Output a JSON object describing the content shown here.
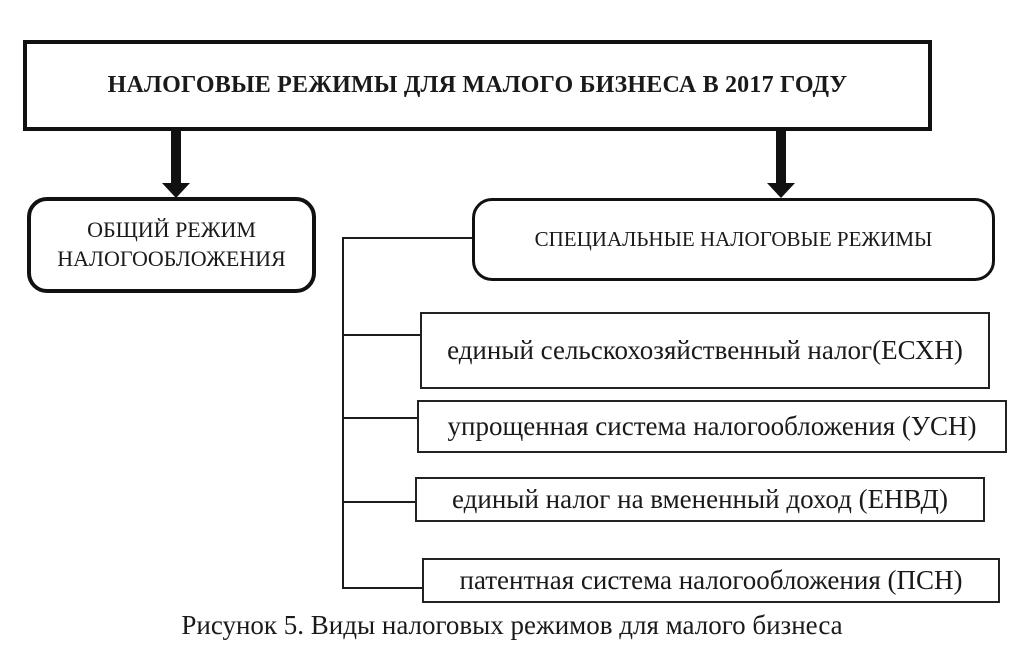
{
  "figure": {
    "root": {
      "label": "НАЛОГОВЫЕ РЕЖИМЫ ДЛЯ МАЛОГО БИЗНЕСА В 2017 ГОДУ"
    },
    "branches": {
      "general": {
        "label": "ОБЩИЙ РЕЖИМ НАЛОГООБЛОЖЕНИЯ"
      },
      "special": {
        "label": "СПЕЦИАЛЬНЫЕ НАЛОГОВЫЕ РЕЖИМЫ"
      }
    },
    "special_regimes": [
      "единый сельскохозяйственный налог(ЕСХН)",
      "упрощенная система налогообложения (УСН)",
      "единый налог на вмененный доход (ЕНВД)",
      "патентная система налогообложения (ПСН)"
    ],
    "caption": "Рисунок 5. Виды налоговых режимов для малого бизнеса"
  },
  "colors": {
    "background": "#ffffff",
    "line": "#111111",
    "text": "#1a1a1a"
  }
}
